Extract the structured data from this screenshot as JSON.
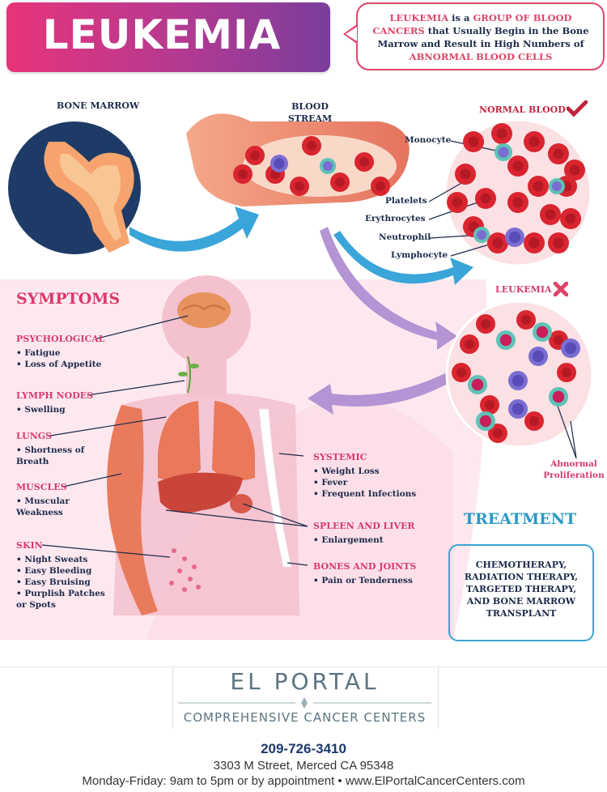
{
  "header": {
    "title": "LEUKEMIA",
    "definition_parts": [
      "LEUKEMIA",
      " is a ",
      "GROUP OF BLOOD CANCERS",
      " that Usually Begin in the Bone Marrow and Result in High Numbers of ",
      "ABNORMAL BLOOD CELLS"
    ]
  },
  "diagram": {
    "bone_marrow": "BONE MARROW",
    "blood_stream": "BLOOD STREAM",
    "normal_blood": "NORMAL BLOOD",
    "leukemia": "LEUKEMIA",
    "cells": [
      "Monocyte",
      "Platelets",
      "Erythrocytes",
      "Neutrophil",
      "Lymphocyte"
    ],
    "abnormal": "Abnormal Proliferation"
  },
  "symptoms": {
    "title": "SYMPTOMS",
    "groups": [
      {
        "heading": "PSYCHOLOGICAL",
        "items": [
          "Fatigue",
          "Loss of Appetite"
        ]
      },
      {
        "heading": "LYMPH NODES",
        "items": [
          "Swelling"
        ]
      },
      {
        "heading": "LUNGS",
        "items": [
          "Shortness of Breath"
        ]
      },
      {
        "heading": "MUSCLES",
        "items": [
          "Muscular Weakness"
        ]
      },
      {
        "heading": "SKIN",
        "items": [
          "Night Sweats",
          "Easy Bleeding",
          "Easy Bruising",
          "Purplish Patches or Spots"
        ]
      },
      {
        "heading": "SYSTEMIC",
        "items": [
          "Weight Loss",
          "Fever",
          "Frequent Infections"
        ]
      },
      {
        "heading": "SPLEEN AND LIVER",
        "items": [
          "Enlargement"
        ]
      },
      {
        "heading": "BONES AND JOINTS",
        "items": [
          "Pain or Tenderness"
        ]
      }
    ]
  },
  "treatment": {
    "title": "TREATMENT",
    "text": "CHEMOTHERAPY, RADIATION THERAPY, TARGETED THERAPY, AND BONE MARROW TRANSPLANT"
  },
  "footer": {
    "logo_name": "EL PORTAL",
    "logo_sub": "COMPREHENSIVE CANCER CENTERS",
    "phone": "209-726-3410",
    "address": "3303 M Street, Merced CA 95348",
    "hours": "Monday-Friday: 9am to 5pm or by appointment • www.ElPortalCancerCenters.com"
  },
  "colors": {
    "accent_pink": "#d93a6b",
    "accent_blue": "#2a9ac8",
    "navy": "#1d2b4a"
  }
}
